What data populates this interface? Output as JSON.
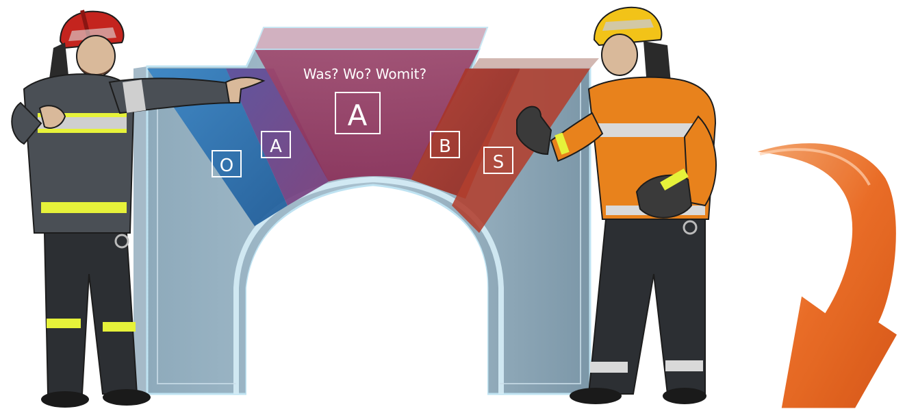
{
  "arch": {
    "title": "Was? Wo? Womit?",
    "center_letter": "A",
    "letters": {
      "o": "O",
      "a_small": "A",
      "b": "B",
      "s": "S"
    }
  },
  "colors": {
    "arch_glass": "#a9c4d4",
    "arch_outline": "#bfe3f2",
    "blue": "#2f6fb0",
    "purple": "#6b3f7d",
    "magenta": "#8e3a5c",
    "red": "#a8382d",
    "orange_arrow": "#e35d15",
    "firefighter_dark": "#4a4f55",
    "reflective_yellow": "#e6f23a",
    "helmet_red": "#c4241e",
    "helmet_yellow": "#f2c318",
    "jacket_orange": "#e8821c"
  },
  "icons": {
    "left_figure": "firefighter-pointing-icon",
    "right_figure": "firefighter-thumbs-up-icon",
    "arrow": "curved-arrow-icon"
  }
}
